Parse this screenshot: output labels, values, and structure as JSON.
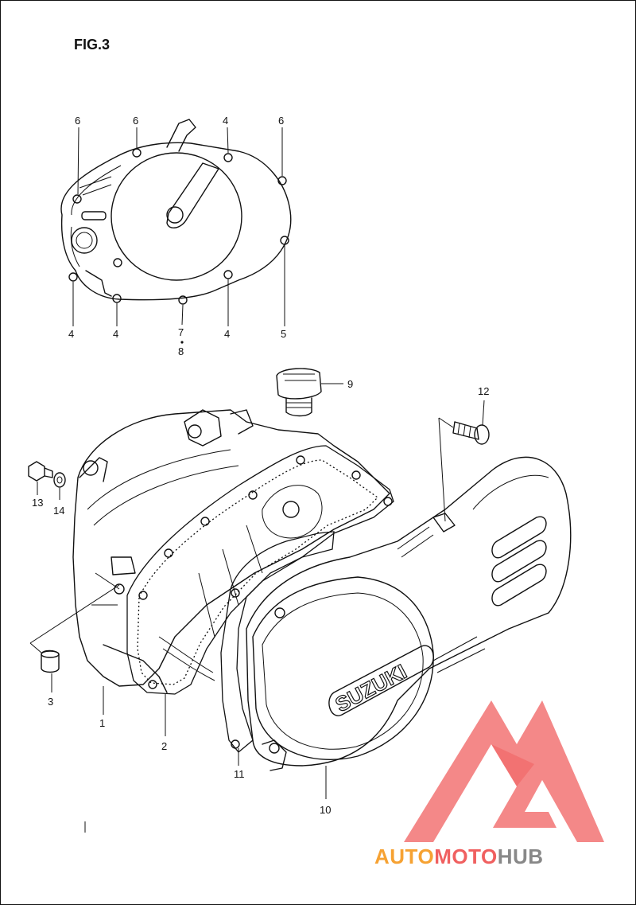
{
  "figure": {
    "title": "FIG.3"
  },
  "engraving": {
    "cover_brand": "SUZUKI"
  },
  "watermark": {
    "part_a": "AUTO",
    "part_b": "MOTO",
    "part_c": "HUB"
  },
  "colors": {
    "watermark_red": "#f06060",
    "watermark_orange": "#f6a233",
    "watermark_gray": "#888888"
  },
  "callouts": {
    "c6a": "6",
    "c6b": "6",
    "c4top": "4",
    "c6c": "6",
    "c4l": "4",
    "c4m": "4",
    "c7": "7",
    "c8": "8",
    "c4r": "4",
    "c5": "5",
    "c9": "9",
    "c12": "12",
    "c13": "13",
    "c14": "14",
    "c3": "3",
    "c1": "1",
    "c2": "2",
    "c11": "11",
    "c10": "10"
  }
}
